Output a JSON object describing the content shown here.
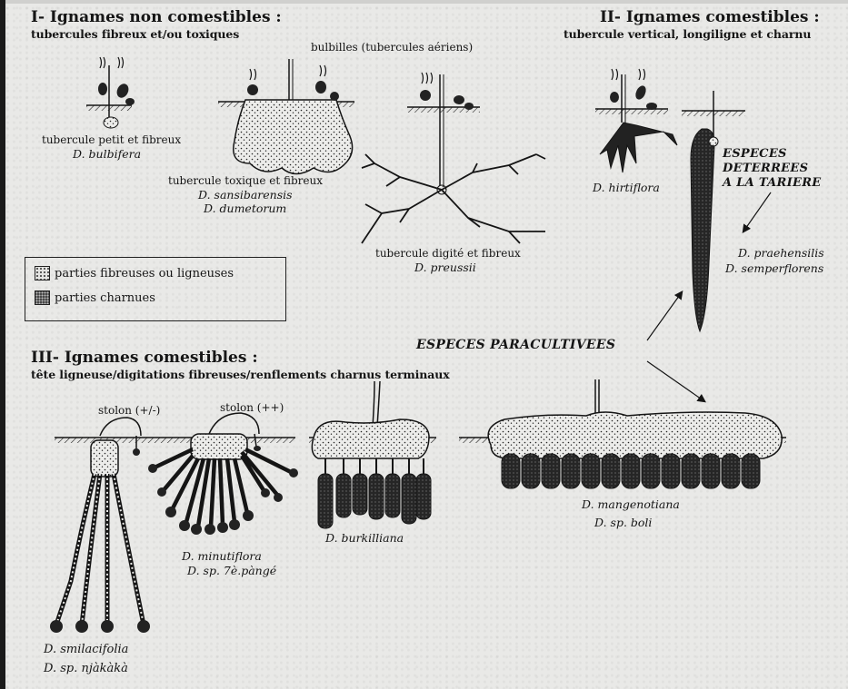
{
  "sections": {
    "inedible": {
      "title": "I- Ignames non comestibles :",
      "subtitle": "tubercules fibreux et/ou toxiques",
      "bulbils_label": "bulbilles (tubercules aériens)",
      "bulbifera": {
        "label": "tubercule petit et fibreux",
        "species": "D. bulbifera"
      },
      "sansibarensis": {
        "label": "tubercule toxique et fibreux",
        "species1": "D. sansibarensis",
        "species2": "D. dumetorum"
      },
      "preussii": {
        "label": "tubercule digité et fibreux",
        "species": "D. preussii"
      }
    },
    "edible_vertical": {
      "title": "II- Ignames comestibles :",
      "subtitle": "tubercule vertical, longiligne et charnu",
      "hirtiflora": "D. hirtiflora",
      "dug_label": [
        "ESPECES",
        "DETERREES",
        "A LA TARIERE"
      ],
      "species1": "D. praehensilis",
      "species2": "D. semperflorens"
    },
    "edible_woody": {
      "title": "III- Ignames comestibles :",
      "subtitle": "tête ligneuse/digitations fibreuses/renflements charnus terminaux",
      "paracult_label": "ESPECES PARACULTIVEES",
      "stolon_pm": "stolon (+/-)",
      "stolon_pp": "stolon (++)",
      "smilacifolia": {
        "species1": "D. smilacifolia",
        "species2": "D. sp. njàkàkà"
      },
      "minutiflora": {
        "species1": "D. minutiflora",
        "species2": "D. sp. 7è.pàngé"
      },
      "burkilliana": "D. burkilliana",
      "mangenotiana": {
        "species1": "D. mangenotiana",
        "species2": "D. sp. boli"
      }
    }
  },
  "legend": {
    "fibrous": "parties fibreuses ou ligneuses",
    "fleshy": "parties charnues"
  },
  "colors": {
    "paper": "#e9e9e7",
    "ink": "#151515"
  }
}
